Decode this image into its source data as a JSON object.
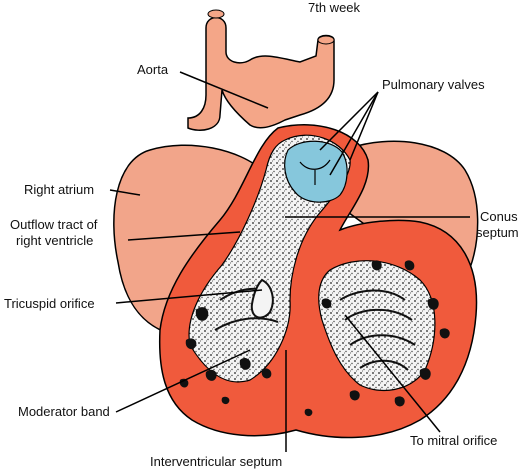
{
  "figure": {
    "stage_label": "7th week"
  },
  "labels": {
    "aorta": "Aorta",
    "pulmonary_valves": "Pulmonary valves",
    "right_atrium": "Right atrium",
    "outflow_tract_line1": "Outflow tract of",
    "outflow_tract_line2": "right ventricle",
    "conus_septum_line1": "Conus",
    "conus_septum_line2": "septum",
    "tricuspid_orifice": "Tricuspid orifice",
    "moderator_band": "Moderator band",
    "to_mitral_orifice": "To mitral orifice",
    "interventricular_septum": "Interventricular septum"
  },
  "colors": {
    "atrium_fill": "#f2a58a",
    "vessel_fill": "#f4a688",
    "ventricle_wall": "#f05a3c",
    "valve_blue": "#86c7dc",
    "stipple_dark": "#1a1a1a",
    "line_black": "#000000"
  }
}
